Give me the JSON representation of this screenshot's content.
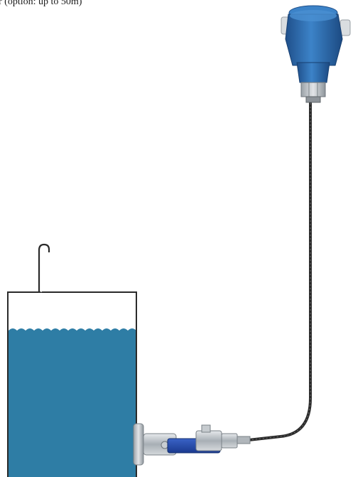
{
  "caption": "r (option: up to 50m)",
  "colors": {
    "liquid": "#2E7DA5",
    "tank_outline": "#2a2a2a",
    "transmitter_body": "#2F6FB5",
    "transmitter_dark": "#1F4F8A",
    "cable": "#2b2b2b",
    "metal": "#B9BFC4",
    "valve_handle": "#2147A8"
  },
  "icons": [
    "tank",
    "liquid",
    "vent-pipe",
    "pressure-transmitter",
    "capillary-cable",
    "flange",
    "ball-valve",
    "sensor-adapter"
  ]
}
